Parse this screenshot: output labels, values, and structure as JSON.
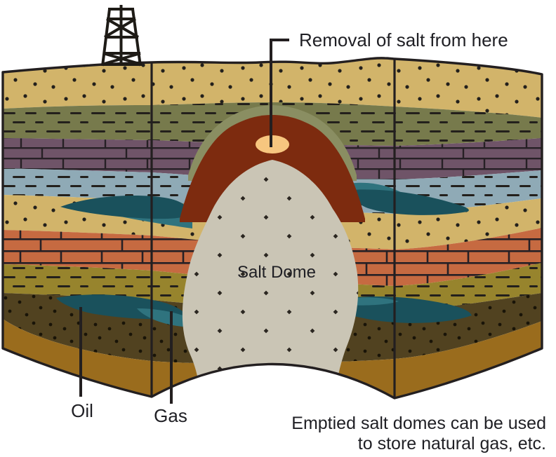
{
  "labels": {
    "removal": "Removal of salt from here",
    "salt_dome": "Salt Dome",
    "oil": "Oil",
    "gas": "Gas",
    "caption_line1": "Emptied salt domes can be used",
    "caption_line2": "to store natural gas, etc."
  },
  "palette": {
    "background": "#FFFFFF",
    "sand": "#D2B46A",
    "olive_shale": "#777A4C",
    "sage_drape": "#8A8E62",
    "purple_limestone": "#6F5468",
    "blue_shale": "#8FAAB6",
    "teal_dark": "#1A515C",
    "teal_light": "#2F737E",
    "orange_brick": "#C66A41",
    "olive_yellow": "#97842D",
    "dark_brown": "#514220",
    "base_brown": "#9A6C1D",
    "salt_dome": "#CAC5B5",
    "cap_rock": "#7D2B0F",
    "extraction_point": "#F7C67F",
    "outline": "#231F20",
    "text": "#1F1F24"
  }
}
